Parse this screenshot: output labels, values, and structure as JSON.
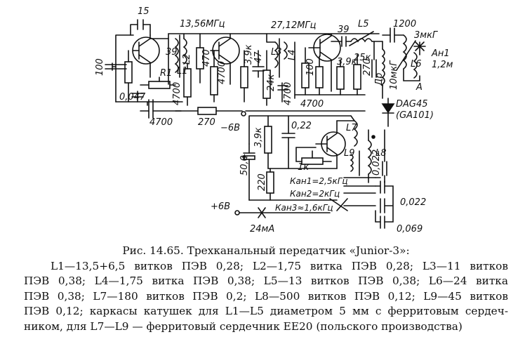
{
  "schematic": {
    "labels": {
      "c15": "15",
      "f1": "13,56МГц",
      "f2": "27,12МГц",
      "c39a": "39",
      "l5": "L5",
      "c1200": "1200",
      "l_3uh": "3мкГ",
      "c100a": "100",
      "r1": "R1",
      "c39b": "39",
      "l1": "L1",
      "l2": "L2",
      "r470": "470",
      "r4700a": "4700",
      "r39k_a": "3,9к",
      "c47": "47",
      "l3": "L3",
      "l4": "L4",
      "c100b": "100",
      "r39k_b": "3,9к",
      "r25k": "25к",
      "c270a": "270",
      "dr": "Др",
      "l6": "L6",
      "an1": "Ан1",
      "ant_len": "1,2м",
      "c10uh": "10мкГ",
      "pt_a": "A",
      "c0047": "0,047",
      "r4700b": "4700",
      "r24k": "24к",
      "c4700v": "4700",
      "r4700c": "4700",
      "dag45": "DAG45",
      "ga101": "(GA101)",
      "c4700h": "4700",
      "r270": "270",
      "minus6v": "−6В",
      "l7": "L7",
      "r39k_c": "3,9к",
      "c022a": "0,22",
      "l9": "L9",
      "l8": "L8",
      "r1k": "1к",
      "c022b": "0,022",
      "c500": "50,0",
      "plus": "+",
      "r220": "220",
      "kan1": "Кан1=2,5кГц",
      "kan2": "Кан2=2кГц",
      "kan3": "Кан3≈1,6кГц",
      "c022c": "0,022",
      "plus6v": "+6В",
      "current": "24мА",
      "c069": "0,069"
    }
  },
  "caption": {
    "title": "Рис. 14.65. Трехканальный передатчик «Junior-3»:",
    "lines": [
      "L1—13,5+6,5 витков ПЭВ 0,28; L2—1,75 витка ПЭВ 0,28; L3—11 витков",
      "ПЭВ 0,38; L4—1,75 витка ПЭВ 0,38; L5—13 витков ПЭВ 0,38; L6—24 витка",
      "ПЭВ 0,38; L7—180 витков ПЭВ 0,2; L8—500 витков ПЭВ 0,12; L9—45 витков",
      "ПЭВ 0,12; каркасы катушек для L1—L5 диаметром 5 мм с ферритовым сердеч-",
      "ником, для L7—L9 — ферритовый сердечник ЕЕ20 (польского производства)"
    ]
  }
}
